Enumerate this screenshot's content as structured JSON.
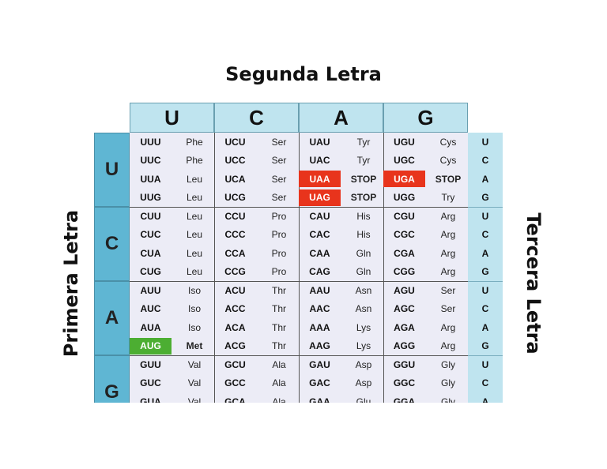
{
  "title_top": "Segunda Letra",
  "label_left": "Primera Letra",
  "label_right": "Tercera Letra",
  "second_letters": [
    "U",
    "C",
    "A",
    "G"
  ],
  "first_letters": [
    "U",
    "C",
    "A",
    "G"
  ],
  "third_letters": [
    "U",
    "C",
    "A",
    "G",
    "U",
    "C",
    "A",
    "G",
    "U",
    "C",
    "A",
    "G",
    "U",
    "C",
    "A"
  ],
  "colors": {
    "header": "#bfe4ef",
    "first": "#5fb6d3",
    "stop": "#e8341c",
    "start": "#4cae32",
    "grid": "#ececf6"
  },
  "rows": [
    [
      [
        "UUU",
        "Phe"
      ],
      [
        "UCU",
        "Ser"
      ],
      [
        "UAU",
        "Tyr"
      ],
      [
        "UGU",
        "Cys"
      ]
    ],
    [
      [
        "UUC",
        "Phe"
      ],
      [
        "UCC",
        "Ser"
      ],
      [
        "UAC",
        "Tyr"
      ],
      [
        "UGC",
        "Cys"
      ]
    ],
    [
      [
        "UUA",
        "Leu"
      ],
      [
        "UCA",
        "Ser"
      ],
      [
        "UAA",
        "STOP"
      ],
      [
        "UGA",
        "STOP"
      ]
    ],
    [
      [
        "UUG",
        "Leu"
      ],
      [
        "UCG",
        "Ser"
      ],
      [
        "UAG",
        "STOP"
      ],
      [
        "UGG",
        "Try"
      ]
    ],
    [
      [
        "CUU",
        "Leu"
      ],
      [
        "CCU",
        "Pro"
      ],
      [
        "CAU",
        "His"
      ],
      [
        "CGU",
        "Arg"
      ]
    ],
    [
      [
        "CUC",
        "Leu"
      ],
      [
        "CCC",
        "Pro"
      ],
      [
        "CAC",
        "His"
      ],
      [
        "CGC",
        "Arg"
      ]
    ],
    [
      [
        "CUA",
        "Leu"
      ],
      [
        "CCA",
        "Pro"
      ],
      [
        "CAA",
        "Gln"
      ],
      [
        "CGA",
        "Arg"
      ]
    ],
    [
      [
        "CUG",
        "Leu"
      ],
      [
        "CCG",
        "Pro"
      ],
      [
        "CAG",
        "Gln"
      ],
      [
        "CGG",
        "Arg"
      ]
    ],
    [
      [
        "AUU",
        "Iso"
      ],
      [
        "ACU",
        "Thr"
      ],
      [
        "AAU",
        "Asn"
      ],
      [
        "AGU",
        "Ser"
      ]
    ],
    [
      [
        "AUC",
        "Iso"
      ],
      [
        "ACC",
        "Thr"
      ],
      [
        "AAC",
        "Asn"
      ],
      [
        "AGC",
        "Ser"
      ]
    ],
    [
      [
        "AUA",
        "Iso"
      ],
      [
        "ACA",
        "Thr"
      ],
      [
        "AAA",
        "Lys"
      ],
      [
        "AGA",
        "Arg"
      ]
    ],
    [
      [
        "AUG",
        "Met"
      ],
      [
        "ACG",
        "Thr"
      ],
      [
        "AAG",
        "Lys"
      ],
      [
        "AGG",
        "Arg"
      ]
    ],
    [
      [
        "GUU",
        "Val"
      ],
      [
        "GCU",
        "Ala"
      ],
      [
        "GAU",
        "Asp"
      ],
      [
        "GGU",
        "Gly"
      ]
    ],
    [
      [
        "GUC",
        "Val"
      ],
      [
        "GCC",
        "Ala"
      ],
      [
        "GAC",
        "Asp"
      ],
      [
        "GGC",
        "Gly"
      ]
    ],
    [
      [
        "GUA",
        "Val"
      ],
      [
        "GCA",
        "Ala"
      ],
      [
        "GAA",
        "Glu"
      ],
      [
        "GGA",
        "Gly"
      ]
    ]
  ],
  "highlights": {
    "stop_codons": [
      "UAA",
      "UAG",
      "UGA"
    ],
    "start_codon": "AUG"
  }
}
